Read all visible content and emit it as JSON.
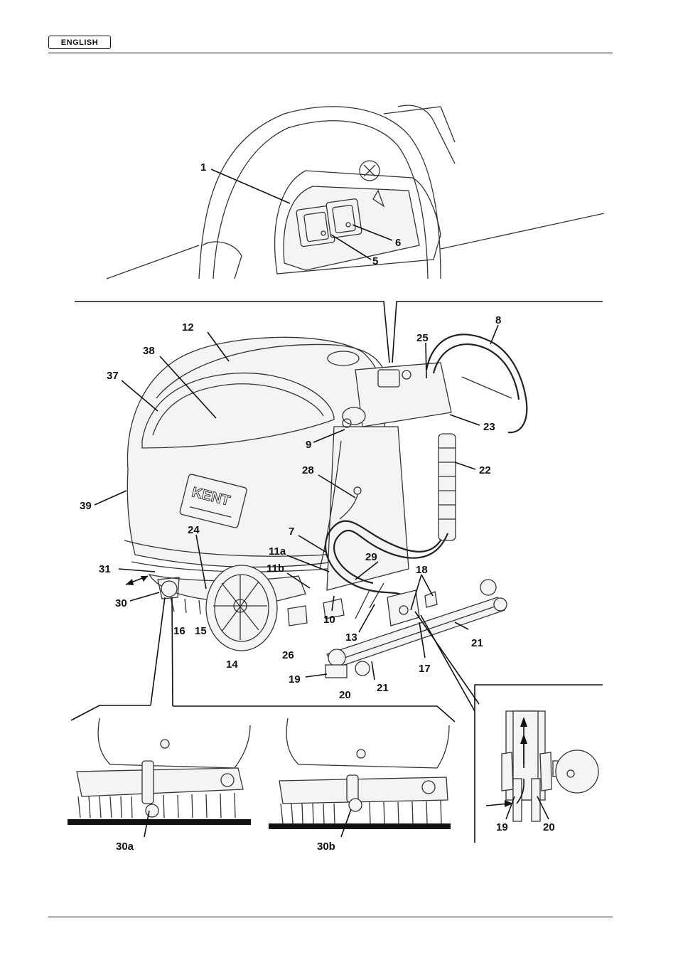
{
  "header": {
    "language": "ENGLISH"
  },
  "panel_logo": "KENT",
  "callouts": [
    {
      "id": "c1",
      "text": "1"
    },
    {
      "id": "c5",
      "text": "5"
    },
    {
      "id": "c6",
      "text": "6"
    },
    {
      "id": "c12",
      "text": "12"
    },
    {
      "id": "c38",
      "text": "38"
    },
    {
      "id": "c37",
      "text": "37"
    },
    {
      "id": "c25",
      "text": "25"
    },
    {
      "id": "c8",
      "text": "8"
    },
    {
      "id": "c23",
      "text": "23"
    },
    {
      "id": "c9",
      "text": "9"
    },
    {
      "id": "c22",
      "text": "22"
    },
    {
      "id": "c28",
      "text": "28"
    },
    {
      "id": "c39",
      "text": "39"
    },
    {
      "id": "c24",
      "text": "24"
    },
    {
      "id": "c7",
      "text": "7"
    },
    {
      "id": "c11a",
      "text": "11a"
    },
    {
      "id": "c11b",
      "text": "11b"
    },
    {
      "id": "c29",
      "text": "29"
    },
    {
      "id": "c31",
      "text": "31"
    },
    {
      "id": "c18",
      "text": "18"
    },
    {
      "id": "c30",
      "text": "30"
    },
    {
      "id": "c16",
      "text": "16"
    },
    {
      "id": "c15",
      "text": "15"
    },
    {
      "id": "c10",
      "text": "10"
    },
    {
      "id": "c13",
      "text": "13"
    },
    {
      "id": "c21r",
      "text": "21"
    },
    {
      "id": "c26",
      "text": "26"
    },
    {
      "id": "c17",
      "text": "17"
    },
    {
      "id": "c14",
      "text": "14"
    },
    {
      "id": "c19",
      "text": "19"
    },
    {
      "id": "c21b",
      "text": "21"
    },
    {
      "id": "c20",
      "text": "20"
    },
    {
      "id": "c30a",
      "text": "30a"
    },
    {
      "id": "c30b",
      "text": "30b"
    },
    {
      "id": "c19d",
      "text": "19"
    },
    {
      "id": "c20d",
      "text": "20"
    }
  ]
}
